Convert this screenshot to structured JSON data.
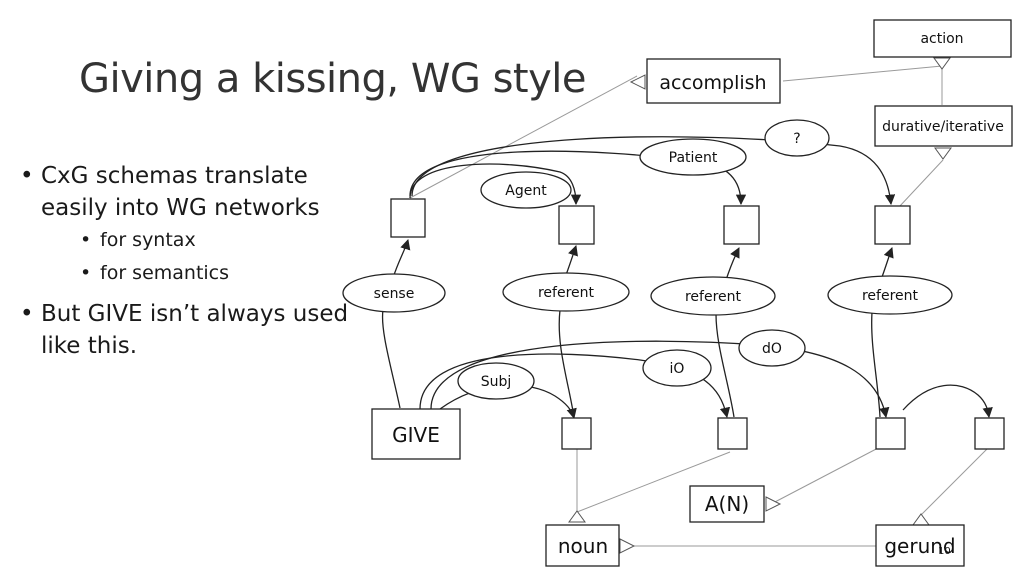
{
  "slide": {
    "title": "Giving a kissing, WG style",
    "bullets": [
      {
        "text": "CxG schemas translate easily into WG networks",
        "sub": [
          "for syntax",
          "for semantics"
        ]
      },
      {
        "text": "But GIVE isn’t always used like this.",
        "sub": []
      }
    ],
    "page_number": "10"
  },
  "diagram": {
    "nodes": {
      "action": "action",
      "accomplish": "accomplish",
      "durative": "durative/iterative",
      "give": "GIVE",
      "a_n": "A(N)",
      "noun": "noun",
      "gerund": "gerund"
    },
    "relations": {
      "sense": "sense",
      "agent": "Agent",
      "patient": "Patient",
      "question": "?",
      "referent_1": "referent",
      "referent_2": "referent",
      "referent_3": "referent",
      "subj": "Subj",
      "io": "iO",
      "do": "dO"
    }
  }
}
